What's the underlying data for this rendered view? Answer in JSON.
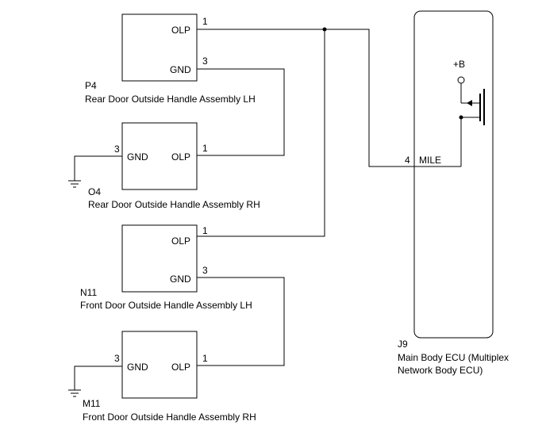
{
  "components": {
    "p4": {
      "code": "P4",
      "name": "Rear Door Outside Handle Assembly LH",
      "pin_top": "OLP",
      "pin_top_no": "1",
      "pin_bottom": "GND",
      "pin_bottom_no": "3"
    },
    "o4": {
      "code": "O4",
      "name": "Rear Door Outside Handle Assembly RH",
      "pin_left": "GND",
      "pin_left_no": "3",
      "pin_right": "OLP",
      "pin_right_no": "1"
    },
    "n11": {
      "code": "N11",
      "name": "Front Door Outside Handle Assembly LH",
      "pin_top": "OLP",
      "pin_top_no": "1",
      "pin_bottom": "GND",
      "pin_bottom_no": "3"
    },
    "m11": {
      "code": "M11",
      "name": "Front Door Outside Handle Assembly RH",
      "pin_left": "GND",
      "pin_left_no": "3",
      "pin_right": "OLP",
      "pin_right_no": "1"
    },
    "j9": {
      "code": "J9",
      "name_line1": "Main Body ECU (Multiplex",
      "name_line2": "Network Body ECU)",
      "pin_name": "MILE",
      "pin_no": "4",
      "supply": "+B"
    }
  }
}
